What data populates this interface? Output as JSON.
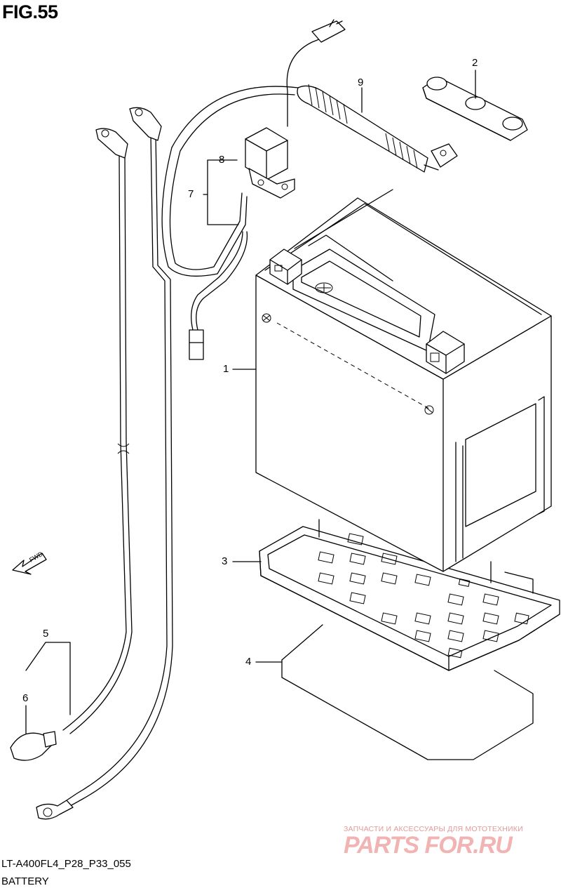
{
  "figure": {
    "title": "FIG.55"
  },
  "callouts": {
    "c1": "1",
    "c2": "2",
    "c3": "3",
    "c4": "4",
    "c5": "5",
    "c6": "6",
    "c7": "7",
    "c8": "8",
    "c9": "9"
  },
  "direction_badge": "FWD",
  "footer": {
    "model_code": "LT-A400FL4_P28_P33_055",
    "section_name": "BATTERY"
  },
  "watermark": {
    "tagline": "ЗАПЧАСТИ И АКСЕССУАРЫ ДЛЯ МОТОТЕХНИКИ",
    "logo": "PARTS FOR.RU"
  }
}
